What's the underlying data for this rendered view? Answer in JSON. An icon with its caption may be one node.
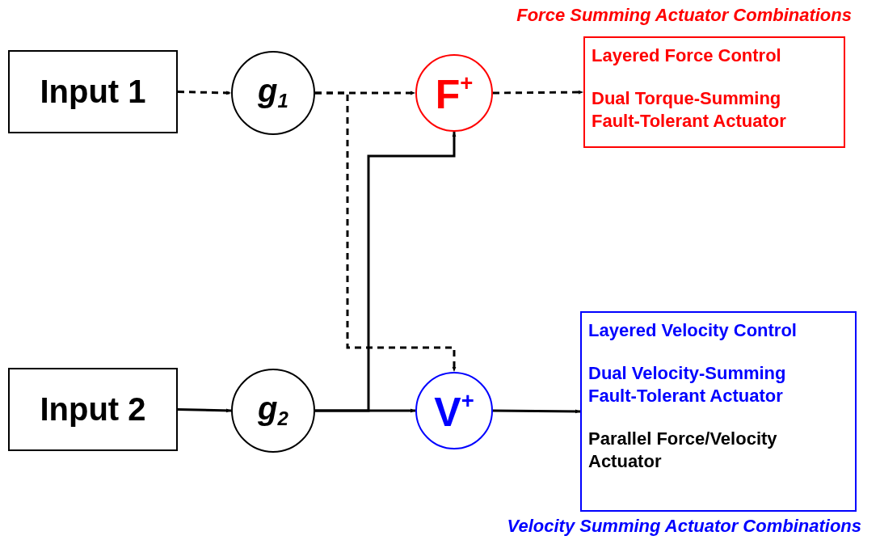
{
  "diagram": {
    "nodes": [
      {
        "text": [
          "Input 1"
        ]
      },
      {
        "text": [
          "g$_{1}$"
        ]
      },
      {
        "text": [
          "F$^{+}$"
        ]
      },
      {
        "text": [
          "Layered Force Control",
          "Dual Torque-Summing Fault-Tolerant Actuator"
        ],
        "beside": [
          "Force Summing Actuator Combinations"
        ]
      },
      {
        "text": [
          "Input 2"
        ]
      },
      {
        "text": [
          "g$_{2}$"
        ]
      },
      {
        "text": [
          "V$^{+}$"
        ]
      },
      {
        "text": [
          "Layered Velocity Control",
          "Dual Velocity-Summing Fault-Tolerant Actuator",
          "Parallel Force/Velocity Actuator"
        ],
        "beside": [
          "Velocity Summing Actuator Combinations"
        ]
      }
    ],
    "edges": [
      {
        "from": 0,
        "to": 1,
        "arrow": "to",
        "style": "dashed"
      },
      {
        "from": 1,
        "to": 2,
        "arrow": "to",
        "style": "dashed"
      },
      {
        "from": 1,
        "to": 6,
        "arrow": "to",
        "style": "dashed"
      },
      {
        "from": 2,
        "to": 3,
        "arrow": "to",
        "style": "dashed"
      },
      {
        "from": 4,
        "to": 5,
        "arrow": "to"
      },
      {
        "from": 5,
        "to": 6,
        "arrow": "to"
      },
      {
        "from": 5,
        "to": 2,
        "arrow": "to"
      },
      {
        "from": 6,
        "to": 7,
        "arrow": "to"
      }
    ]
  }
}
